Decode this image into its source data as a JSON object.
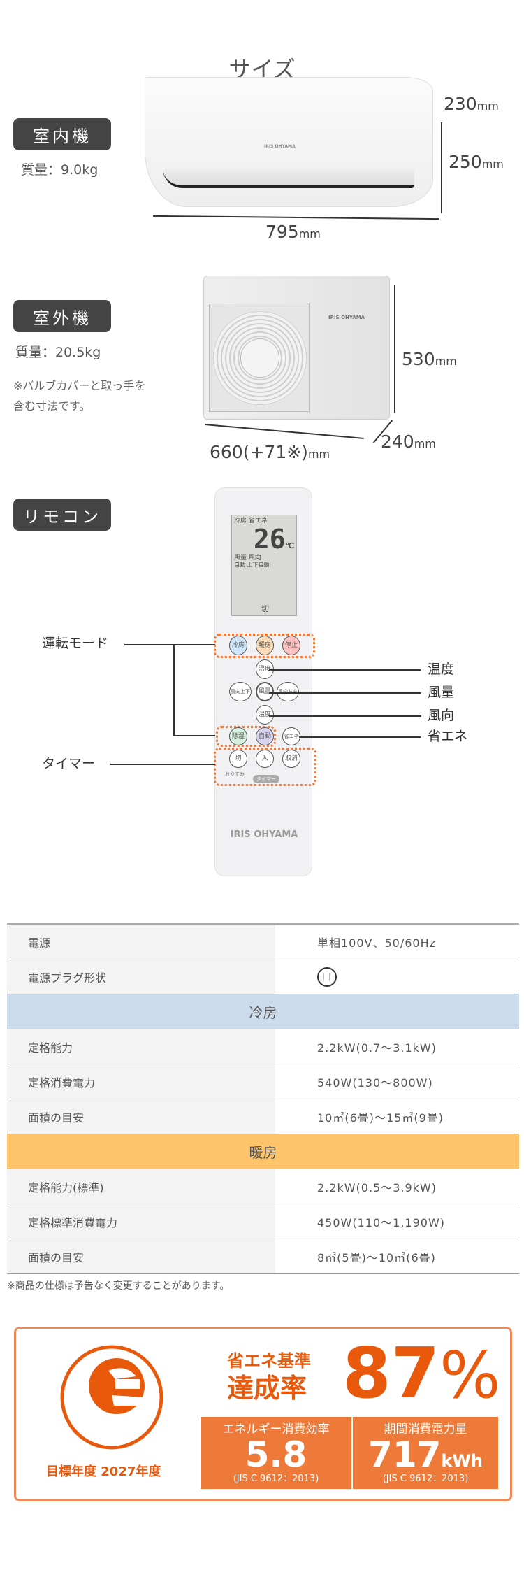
{
  "size_title": "サイズ",
  "indoor": {
    "badge": "室内機",
    "weight": "質量：9.0kg",
    "depth": "230",
    "height": "250",
    "width": "795",
    "unit": "mm",
    "brand": "IRIS OHYAMA"
  },
  "outdoor": {
    "badge": "室外機",
    "weight": "質量：20.5kg",
    "note_line1": "※バルブカバーと取っ手を",
    "note_line2": "含む寸法です。",
    "height": "530",
    "depth": "240",
    "width": "660(+71※)",
    "unit": "mm",
    "brand": "IRIS OHYAMA"
  },
  "remote": {
    "badge": "リモコン",
    "screen": {
      "mode": "冷房",
      "eco": "省エネ",
      "temp": "26",
      "deg": "℃",
      "fan": "風量",
      "fan_val": "自動",
      "dir": "風向",
      "dir_val": "上下自動",
      "timer": "切"
    },
    "buttons": {
      "cool": "冷房",
      "heat": "暖房",
      "stop": "停止",
      "temp": "温度",
      "dir_ud": "風向上下",
      "fan": "風量",
      "dir_lr": "風向左右",
      "dry": "除湿",
      "auto": "自動",
      "eco": "省エネ",
      "off": "切",
      "on": "入",
      "cancel": "取消",
      "sleep": "おやすみ",
      "timer": "タイマー"
    },
    "brand": "IRIS OHYAMA",
    "labels": {
      "mode": "運転モード",
      "timer": "タイマー",
      "temp": "温度",
      "fan": "風量",
      "dir": "風向",
      "eco": "省エネ"
    }
  },
  "specs": {
    "rows_top": [
      {
        "k": "電源",
        "v": "単相100V、50/60Hz"
      },
      {
        "k": "電源プラグ形状",
        "v": ""
      }
    ],
    "cool_header": "冷房",
    "cool": [
      {
        "k": "定格能力",
        "v": "2.2kW(0.7〜3.1kW)"
      },
      {
        "k": "定格消費電力",
        "v": "540W(130〜800W)"
      },
      {
        "k": "面積の目安",
        "v": "10㎡(6畳)〜15㎡(9畳)"
      }
    ],
    "heat_header": "暖房",
    "heat": [
      {
        "k": "定格能力(標準)",
        "v": "2.2kW(0.5〜3.9kW)"
      },
      {
        "k": "定格標準消費電力",
        "v": "450W(110〜1,190W)"
      },
      {
        "k": "面積の目安",
        "v": "8㎡(5畳)〜10㎡(6畳)"
      }
    ],
    "footnote": "※商品の仕様は予告なく変更することがあります。"
  },
  "energy": {
    "target_year": "目標年度 2027年度",
    "std_label1": "省エネ基準",
    "std_label2": "達成率",
    "rate": "87",
    "pct": "%",
    "eff_label": "エネルギー消費効率",
    "eff_value": "5.8",
    "eff_std": "(JIS C 9612：2013)",
    "kwh_label": "期間消費電力量",
    "kwh_value": "717",
    "kwh_unit": "kWh",
    "kwh_std": "(JIS C 9612：2013)",
    "accent": "#e8590c",
    "box": "#ee7a3a"
  }
}
